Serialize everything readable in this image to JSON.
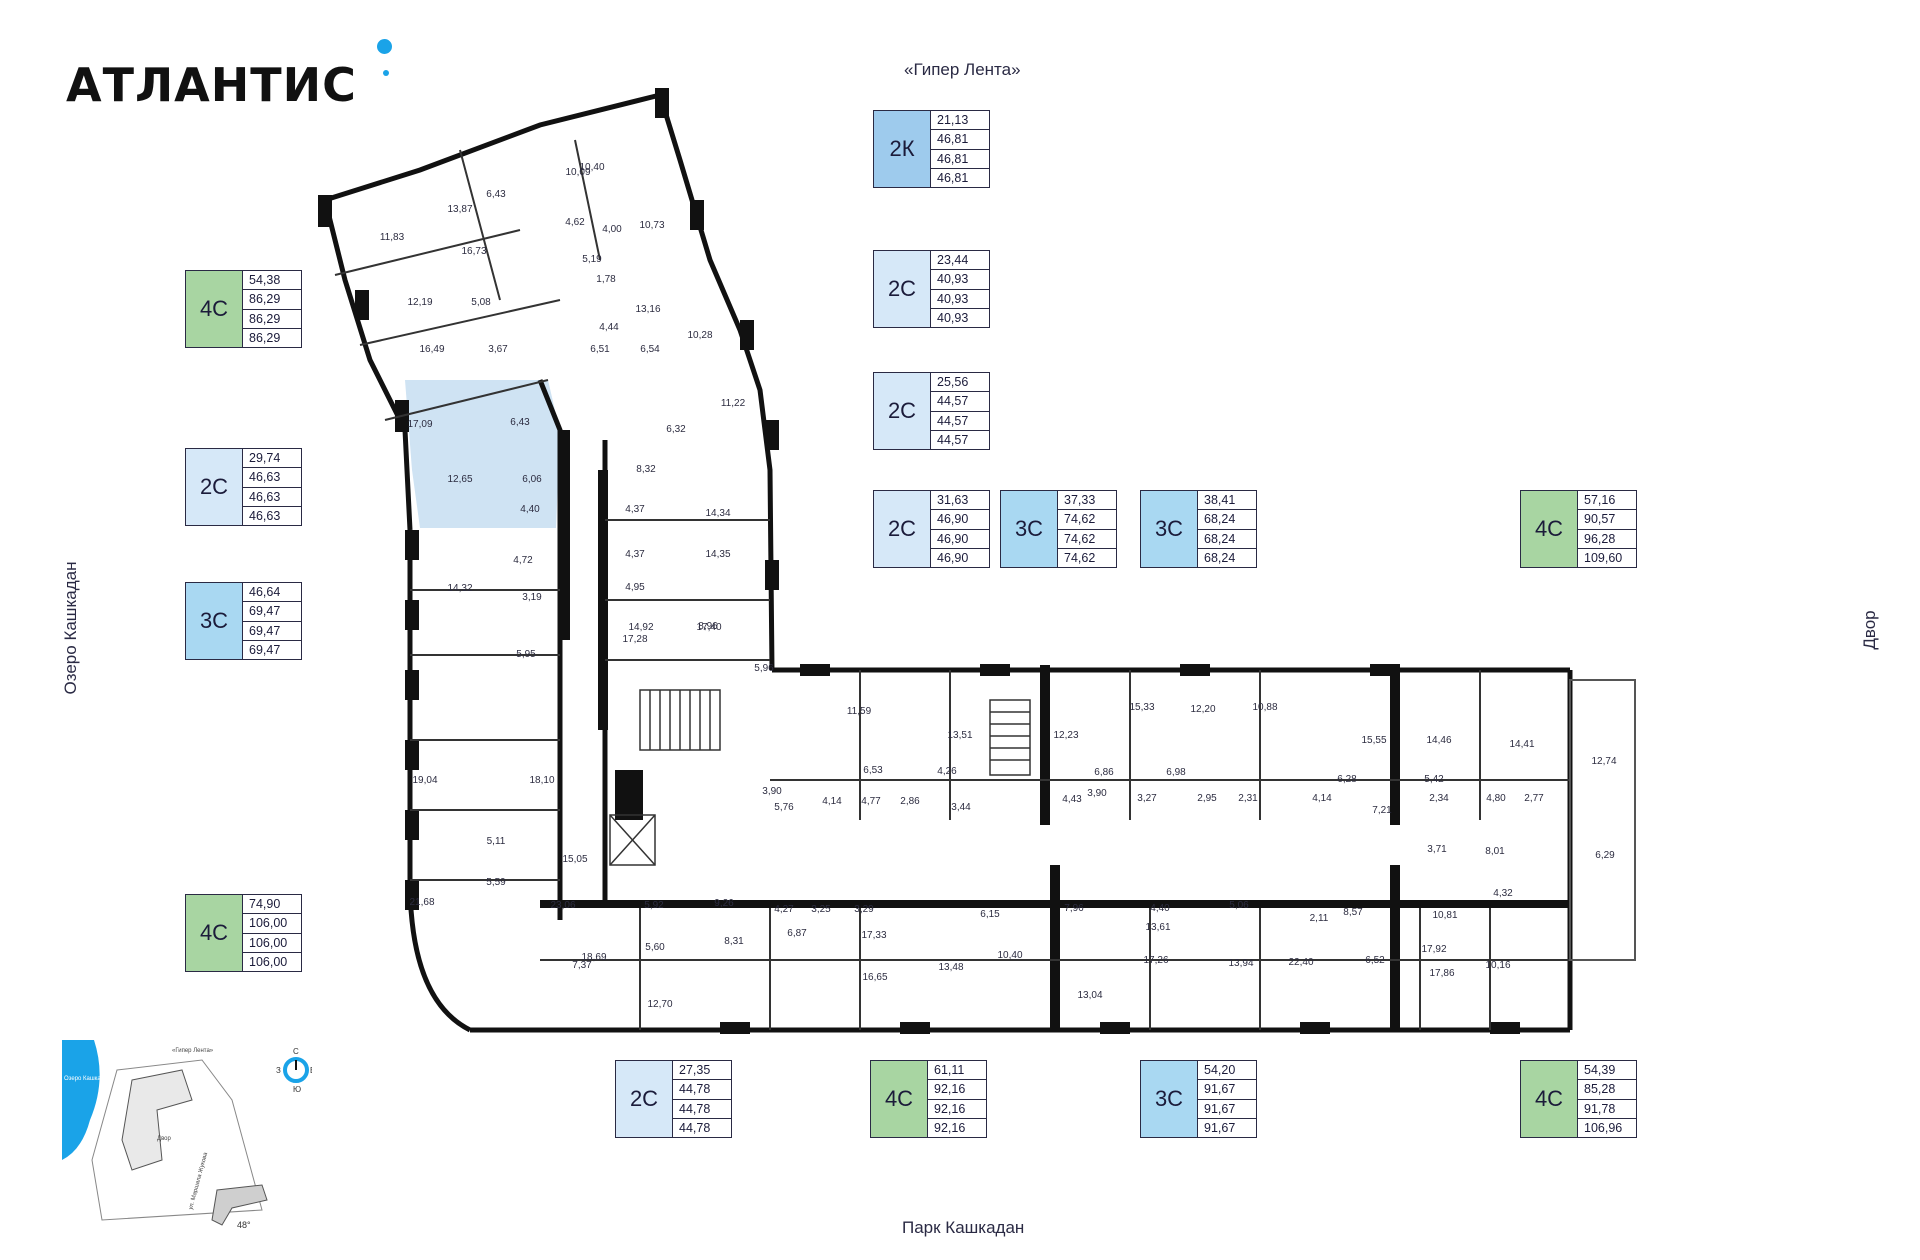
{
  "brand": {
    "name": "АТЛАНТИС"
  },
  "directions": {
    "top": "«Гипер Лента»",
    "bottom": "Парк Кашкадан",
    "left": "Озеро Кашкадан",
    "right": "Двор"
  },
  "colors": {
    "c4": "#a8d5a2",
    "c3": "#a9d8f2",
    "c2": "#d6e8f8",
    "k2": "#9ecbed",
    "highlight": "#cfe3f3",
    "wall": "#111111",
    "accent": "#1aa3e8"
  },
  "tags": [
    {
      "code": "2К",
      "values": [
        "21,13",
        "46,81",
        "46,81",
        "46,81"
      ]
    },
    {
      "code": "2С",
      "values": [
        "23,44",
        "40,93",
        "40,93",
        "40,93"
      ]
    },
    {
      "code": "2С",
      "values": [
        "25,56",
        "44,57",
        "44,57",
        "44,57"
      ]
    },
    {
      "code": "2С",
      "values": [
        "31,63",
        "46,90",
        "46,90",
        "46,90"
      ]
    },
    {
      "code": "3С",
      "values": [
        "37,33",
        "74,62",
        "74,62",
        "74,62"
      ]
    },
    {
      "code": "3С",
      "values": [
        "38,41",
        "68,24",
        "68,24",
        "68,24"
      ]
    },
    {
      "code": "4С",
      "values": [
        "57,16",
        "90,57",
        "96,28",
        "109,60"
      ]
    },
    {
      "code": "4С",
      "values": [
        "54,38",
        "86,29",
        "86,29",
        "86,29"
      ]
    },
    {
      "code": "2С",
      "values": [
        "29,74",
        "46,63",
        "46,63",
        "46,63"
      ]
    },
    {
      "code": "3С",
      "values": [
        "46,64",
        "69,47",
        "69,47",
        "69,47"
      ]
    },
    {
      "code": "4С",
      "values": [
        "74,90",
        "106,00",
        "106,00",
        "106,00"
      ]
    },
    {
      "code": "2С",
      "values": [
        "27,35",
        "44,78",
        "44,78",
        "44,78"
      ]
    },
    {
      "code": "4С",
      "values": [
        "61,11",
        "92,16",
        "92,16",
        "92,16"
      ]
    },
    {
      "code": "3С",
      "values": [
        "54,20",
        "91,67",
        "91,67",
        "91,67"
      ]
    },
    {
      "code": "4С",
      "values": [
        "54,39",
        "85,28",
        "91,78",
        "106,96"
      ]
    }
  ],
  "rooms": [
    "10,40",
    "10,09",
    "6,43",
    "13,87",
    "11,83",
    "16,73",
    "4,62",
    "4,00",
    "10,73",
    "5,19",
    "1,78",
    "12,19",
    "5,08",
    "13,16",
    "4,44",
    "10,28",
    "16,49",
    "3,67",
    "6,51",
    "6,54",
    "11,22",
    "17,09",
    "6,43",
    "6,32",
    "12,65",
    "6,06",
    "8,32",
    "4,40",
    "4,37",
    "14,34",
    "4,72",
    "4,37",
    "14,35",
    "14,32",
    "3,19",
    "4,95",
    "14,92",
    "8,96",
    "5,95",
    "17,28",
    "17,40",
    "5,96",
    "11,59",
    "13,51",
    "12,23",
    "15,33",
    "12,20",
    "10,88",
    "15,55",
    "14,46",
    "14,41",
    "12,74",
    "19,04",
    "18,10",
    "3,90",
    "6,53",
    "4,26",
    "6,86",
    "6,98",
    "6,28",
    "5,42",
    "5,76",
    "4,14",
    "4,77",
    "2,86",
    "3,44",
    "4,43",
    "3,90",
    "3,27",
    "2,95",
    "2,31",
    "4,14",
    "7,21",
    "2,34",
    "4,80",
    "2,77",
    "5,11",
    "15,05",
    "3,71",
    "8,01",
    "5,59",
    "9,26",
    "6,29",
    "21,68",
    "23,06",
    "5,92",
    "4,27",
    "3,25",
    "3,29",
    "6,15",
    "7,96",
    "4,40",
    "5,06",
    "2,11",
    "8,57",
    "4,32",
    "13,61",
    "10,81",
    "5,60",
    "6,87",
    "17,33",
    "10,40",
    "17,26",
    "13,94",
    "22,40",
    "6,52",
    "17,92",
    "7,37",
    "18,69",
    "8,31",
    "16,65",
    "13,48",
    "13,04",
    "17,86",
    "10,16",
    "12,70",
    "10,70"
  ],
  "minimap": {
    "lake": "Озеро Кашкадан",
    "road": "«Гипер Лента»",
    "yard": "Двор",
    "street": "ул. Маршала Жукова",
    "compass": {
      "n": "С",
      "s": "Ю",
      "w": "З",
      "e": "В"
    },
    "angle": "48°"
  }
}
